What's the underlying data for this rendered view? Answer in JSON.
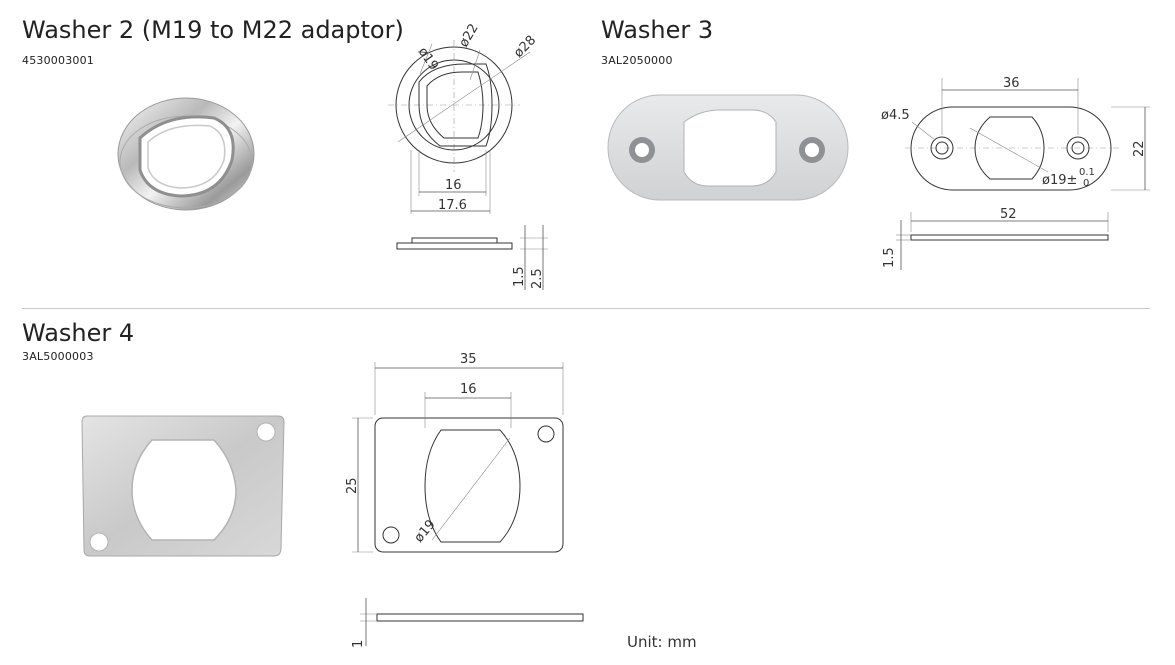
{
  "washer2": {
    "title": "Washer 2 (M19 to M22 adaptor)",
    "code": "4530003001",
    "dims": {
      "d19": "ø19",
      "d22": "ø22",
      "d28": "ø28",
      "w16": "16",
      "w176": "17.6",
      "t15": "1.5",
      "t25": "2.5"
    }
  },
  "washer3": {
    "title": "Washer 3",
    "code": "3AL2050000",
    "dims": {
      "d36": "36",
      "d45": "ø4.5",
      "d22": "22",
      "d19": "ø19±",
      "tol_up": "0.1",
      "tol_lo": "0",
      "d52": "52",
      "t15": "1.5"
    }
  },
  "washer4": {
    "title": "Washer 4",
    "code": "3AL5000003",
    "dims": {
      "d35": "35",
      "d16": "16",
      "d25": "25",
      "d19": "ø19",
      "t1": "1"
    }
  },
  "unit": "Unit: mm"
}
